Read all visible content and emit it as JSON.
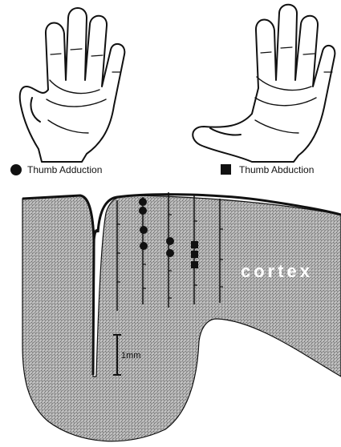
{
  "legend": {
    "adduction": {
      "label": "Thumb Adduction",
      "marker": "circle"
    },
    "abduction": {
      "label": "Thumb Abduction",
      "marker": "square"
    }
  },
  "region_label": "cortex",
  "scale_bar": {
    "label": "1mm"
  },
  "colors": {
    "tissue": "#a9a9a9",
    "outline": "#111111",
    "marker": "#111111",
    "background": "#ffffff"
  }
}
